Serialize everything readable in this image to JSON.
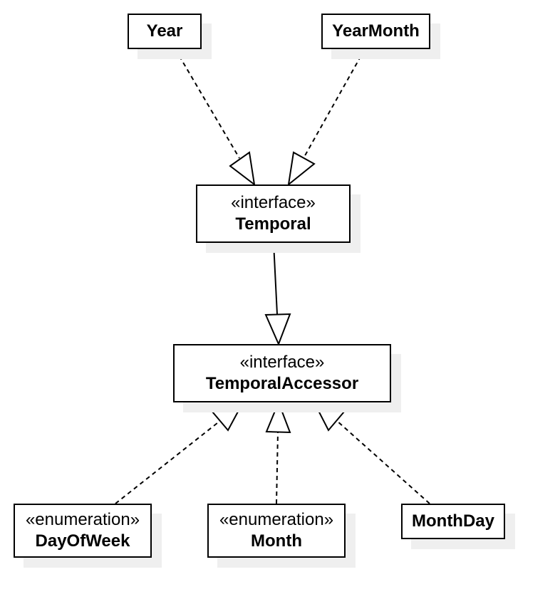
{
  "diagram": {
    "classes": {
      "year": {
        "name": "Year"
      },
      "yearmonth": {
        "name": "YearMonth"
      },
      "temporal": {
        "stereotype": "«interface»",
        "name": "Temporal"
      },
      "temporal_accessor": {
        "stereotype": "«interface»",
        "name": "TemporalAccessor"
      },
      "day_of_week": {
        "stereotype": "«enumeration»",
        "name": "DayOfWeek"
      },
      "month": {
        "stereotype": "«enumeration»",
        "name": "Month"
      },
      "month_day": {
        "name": "MonthDay"
      }
    },
    "relations": [
      {
        "from": "Year",
        "to": "Temporal",
        "kind": "realization"
      },
      {
        "from": "YearMonth",
        "to": "Temporal",
        "kind": "realization"
      },
      {
        "from": "Temporal",
        "to": "TemporalAccessor",
        "kind": "generalization"
      },
      {
        "from": "DayOfWeek",
        "to": "TemporalAccessor",
        "kind": "realization"
      },
      {
        "from": "Month",
        "to": "TemporalAccessor",
        "kind": "realization"
      },
      {
        "from": "MonthDay",
        "to": "TemporalAccessor",
        "kind": "realization"
      }
    ]
  }
}
